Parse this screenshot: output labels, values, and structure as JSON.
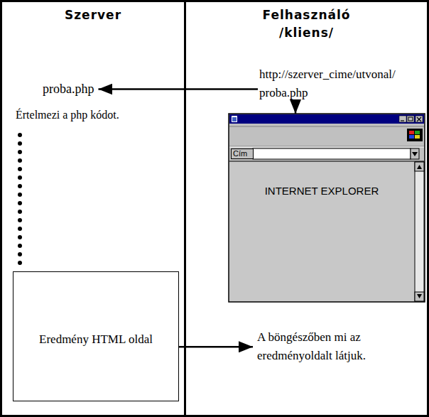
{
  "diagram": {
    "nodes": [
      {
        "text": [
          "Szerver"
        ]
      },
      {
        "text": [
          "Felhasználó /kliens/"
        ]
      },
      {
        "text": [
          "proba.php"
        ],
        "in": 0
      },
      {
        "text": [
          "http://szerver_cime/utvonal/proba.php"
        ],
        "in": 1
      },
      {
        "text": [
          "Cím",
          "INTERNET EXPLORER"
        ],
        "in": 1
      },
      {
        "text": [
          "Eredmény HTML oldal"
        ],
        "in": 0
      },
      {
        "text": [
          "A böngészőben mi az eredményoldalt látjuk."
        ],
        "in": 1
      }
    ],
    "edges": [
      {
        "from": 3,
        "to": 2,
        "arrow": "to"
      },
      {
        "from": 3,
        "to": 4,
        "arrow": "to"
      },
      {
        "from": 5,
        "to": 6,
        "arrow": "to"
      }
    ],
    "labels": [
      "Értelmezi a php kódot."
    ]
  }
}
